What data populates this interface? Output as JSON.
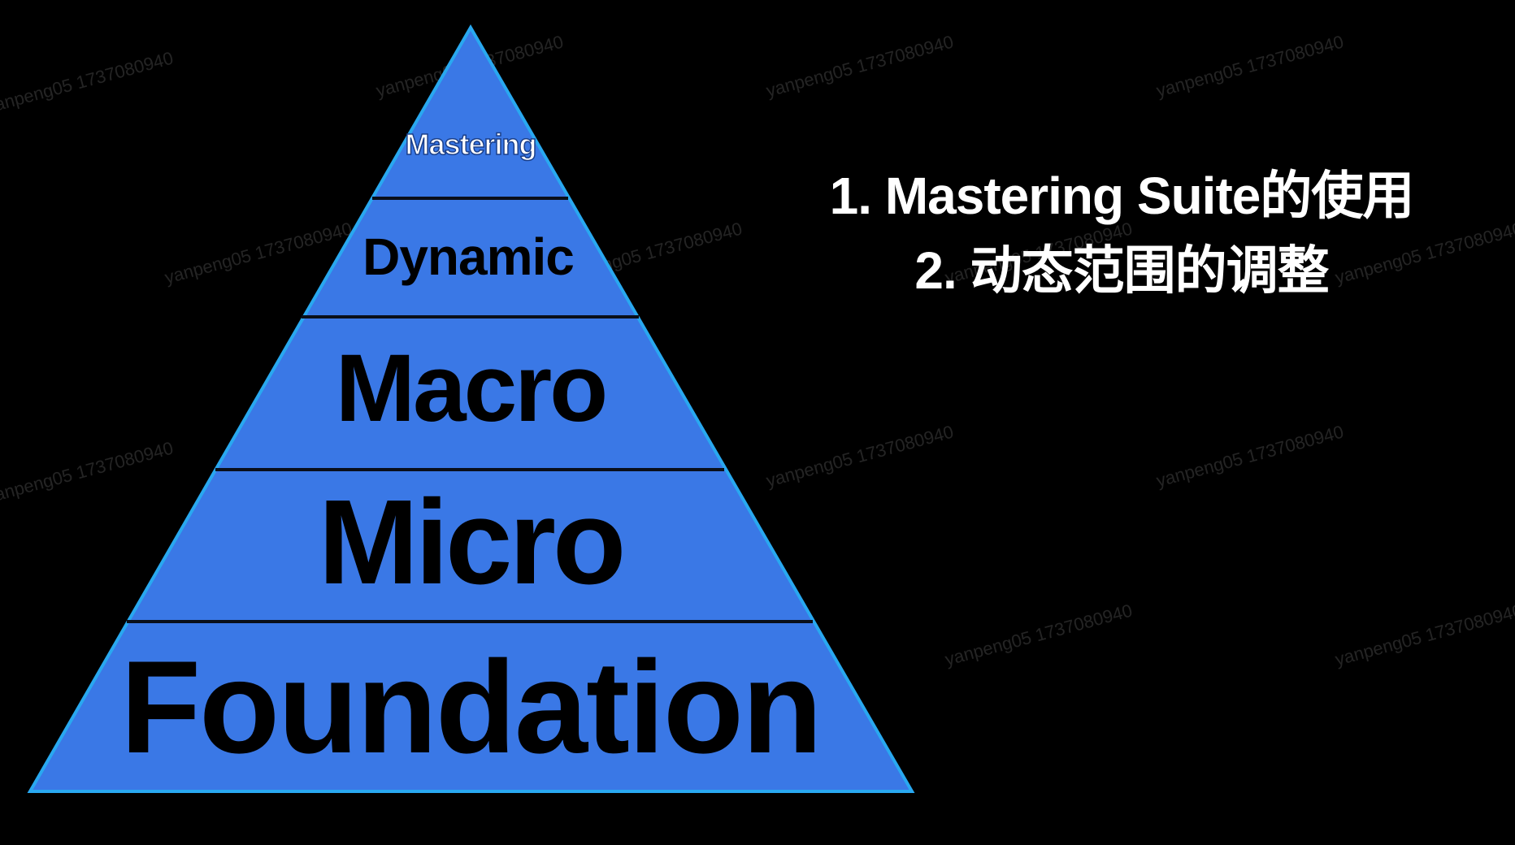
{
  "pyramid": {
    "fill_color": "#3a78e6",
    "outline_color": "#29a8f0",
    "divider_color": "#0a0f1a",
    "levels": [
      {
        "label": "Mastering",
        "text_color": "#ffffff"
      },
      {
        "label": "Dynamic",
        "text_color": "#000000"
      },
      {
        "label": "Macro",
        "text_color": "#000000"
      },
      {
        "label": "Micro",
        "text_color": "#000000"
      },
      {
        "label": "Foundation",
        "text_color": "#000000"
      }
    ]
  },
  "agenda": {
    "items": [
      "1. Mastering Suite的使用",
      "2. 动态范围的调整"
    ]
  },
  "watermark": {
    "text": "yanpeng05 1737080940"
  }
}
